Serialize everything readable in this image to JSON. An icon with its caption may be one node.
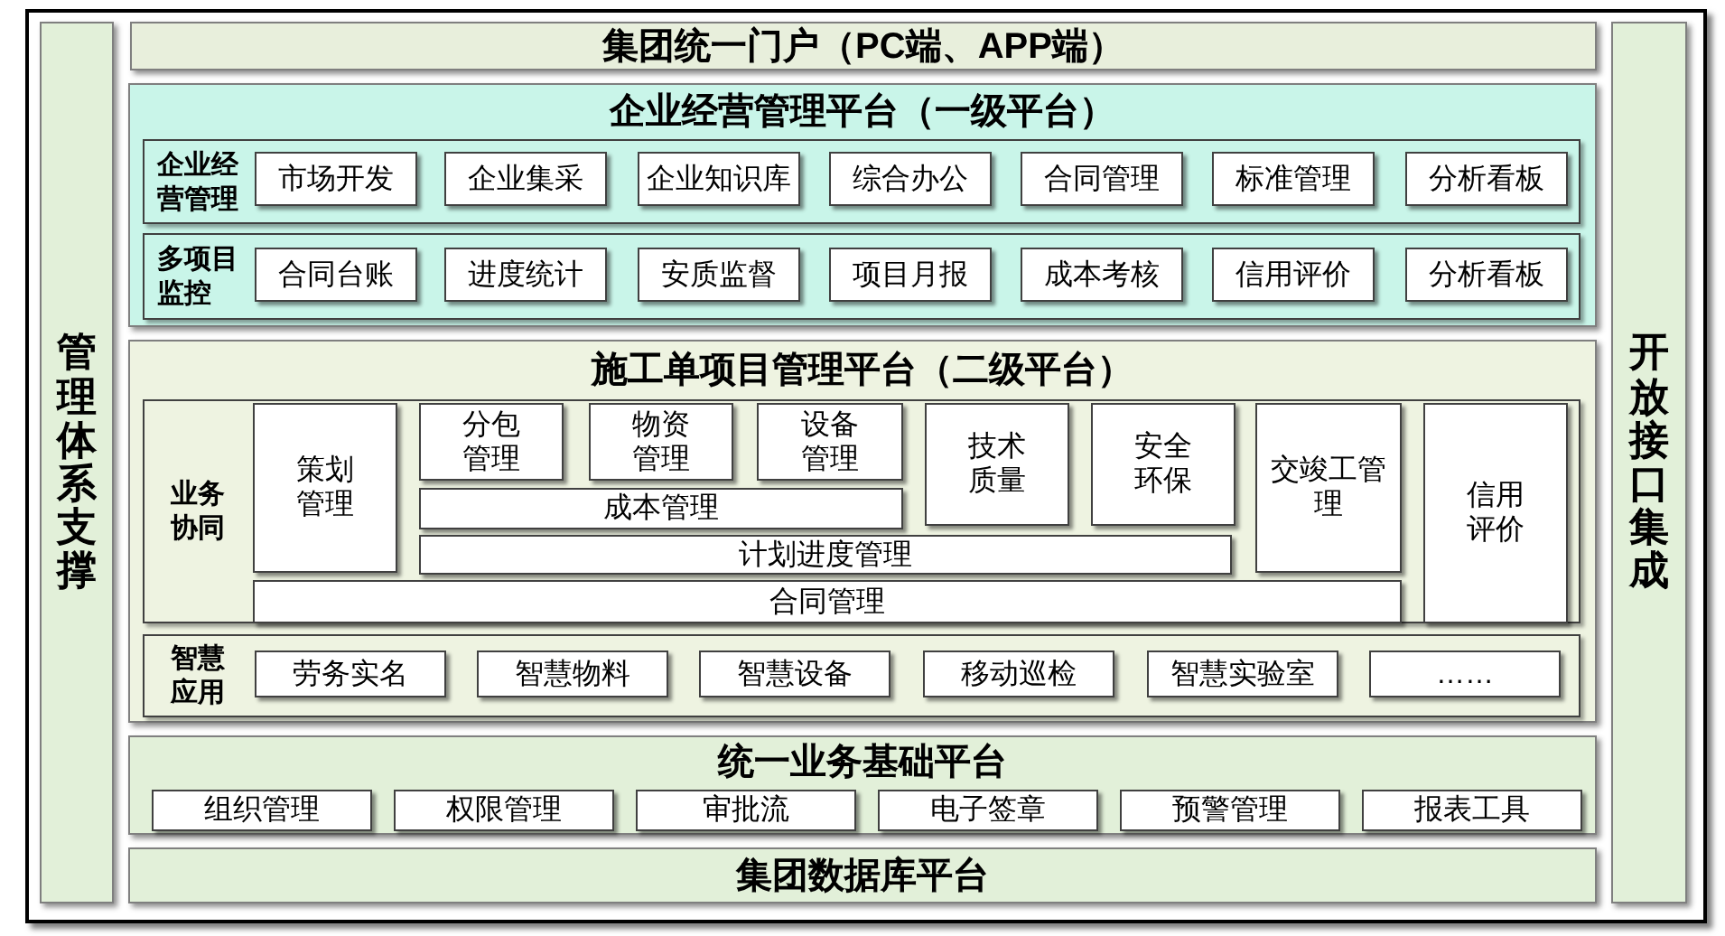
{
  "diagram": {
    "nodes": [
      {
        "text": [
          "管理体系支撑"
        ]
      },
      {
        "text": [
          "集团统一门户（PC端、APP端）"
        ]
      },
      {
        "text": [
          "企业经营管理平台（一级平台）"
        ]
      },
      {
        "text": [
          "企业经营管理"
        ],
        "in": 2
      },
      {
        "text": [
          "市场开发"
        ],
        "in": 3
      },
      {
        "text": [
          "企业集采"
        ],
        "in": 3
      },
      {
        "text": [
          "企业知识库"
        ],
        "in": 3
      },
      {
        "text": [
          "综合办公"
        ],
        "in": 3
      },
      {
        "text": [
          "合同管理"
        ],
        "in": 3
      },
      {
        "text": [
          "标准管理"
        ],
        "in": 3
      },
      {
        "text": [
          "分析看板"
        ],
        "in": 3
      },
      {
        "text": [
          "多项目监控"
        ],
        "in": 2
      },
      {
        "text": [
          "合同台账"
        ],
        "in": 11
      },
      {
        "text": [
          "进度统计"
        ],
        "in": 11
      },
      {
        "text": [
          "安质监督"
        ],
        "in": 11
      },
      {
        "text": [
          "项目月报"
        ],
        "in": 11
      },
      {
        "text": [
          "成本考核"
        ],
        "in": 11
      },
      {
        "text": [
          "信用评价"
        ],
        "in": 11
      },
      {
        "text": [
          "分析看板"
        ],
        "in": 11
      },
      {
        "text": [
          "施工单项目管理平台（二级平台）"
        ]
      },
      {
        "text": [
          "业务协同"
        ],
        "in": 19
      },
      {
        "text": [
          "策划管理"
        ],
        "in": 20
      },
      {
        "text": [
          "分包管理"
        ],
        "in": 20
      },
      {
        "text": [
          "物资管理"
        ],
        "in": 20
      },
      {
        "text": [
          "设备管理"
        ],
        "in": 20
      },
      {
        "text": [
          "技术质量"
        ],
        "in": 20
      },
      {
        "text": [
          "安全环保"
        ],
        "in": 20
      },
      {
        "text": [
          "交竣工管理"
        ],
        "in": 20
      },
      {
        "text": [
          "信用评价"
        ],
        "in": 20
      },
      {
        "text": [
          "成本管理"
        ],
        "in": 20
      },
      {
        "text": [
          "计划进度管理"
        ],
        "in": 20
      },
      {
        "text": [
          "合同管理"
        ],
        "in": 20
      },
      {
        "text": [
          "智慧应用"
        ],
        "in": 19
      },
      {
        "text": [
          "劳务实名"
        ],
        "in": 32
      },
      {
        "text": [
          "智慧物料"
        ],
        "in": 32
      },
      {
        "text": [
          "智慧设备"
        ],
        "in": 32
      },
      {
        "text": [
          "移动巡检"
        ],
        "in": 32
      },
      {
        "text": [
          "智慧实验室"
        ],
        "in": 32
      },
      {
        "text": [
          "……"
        ],
        "in": 32
      },
      {
        "text": [
          "统一业务基础平台"
        ]
      },
      {
        "text": [
          "组织管理"
        ],
        "in": 39
      },
      {
        "text": [
          "权限管理"
        ],
        "in": 39
      },
      {
        "text": [
          "审批流"
        ],
        "in": 39
      },
      {
        "text": [
          "电子签章"
        ],
        "in": 39
      },
      {
        "text": [
          "预警管理"
        ],
        "in": 39
      },
      {
        "text": [
          "报表工具"
        ],
        "in": 39
      },
      {
        "text": [
          "集团数据库平台"
        ]
      },
      {
        "text": [
          "开放接口集成"
        ]
      }
    ]
  }
}
